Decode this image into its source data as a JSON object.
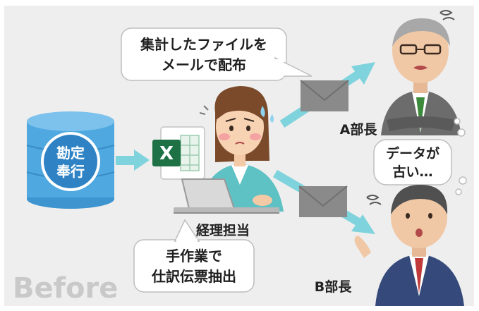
{
  "colors": {
    "background_panel": "#eeeeee",
    "page_background": "#ffffff",
    "database_blue": "#4fa8e0",
    "arrow_teal": "#7fd3dc",
    "envelope_gray": "#8a8a8a",
    "excel_green": "#1e7145",
    "before_label_gray": "#c9c9c9"
  },
  "database": {
    "label_line1": "勘定",
    "label_line2": "奉行"
  },
  "excel_icon": {
    "letter": "X"
  },
  "bubble_distribute": {
    "line1": "集計したファイルを",
    "line2": "メールで配布"
  },
  "accounting_staff": {
    "label": "経理担当"
  },
  "bubble_manual": {
    "line1": "手作業で",
    "line2": "仕訳伝票抽出"
  },
  "manager_a": {
    "label": "A部長"
  },
  "manager_b": {
    "label": "B部長"
  },
  "bubble_old_data": {
    "line1": "データが",
    "line2": "古い…"
  },
  "before_label": "Before"
}
